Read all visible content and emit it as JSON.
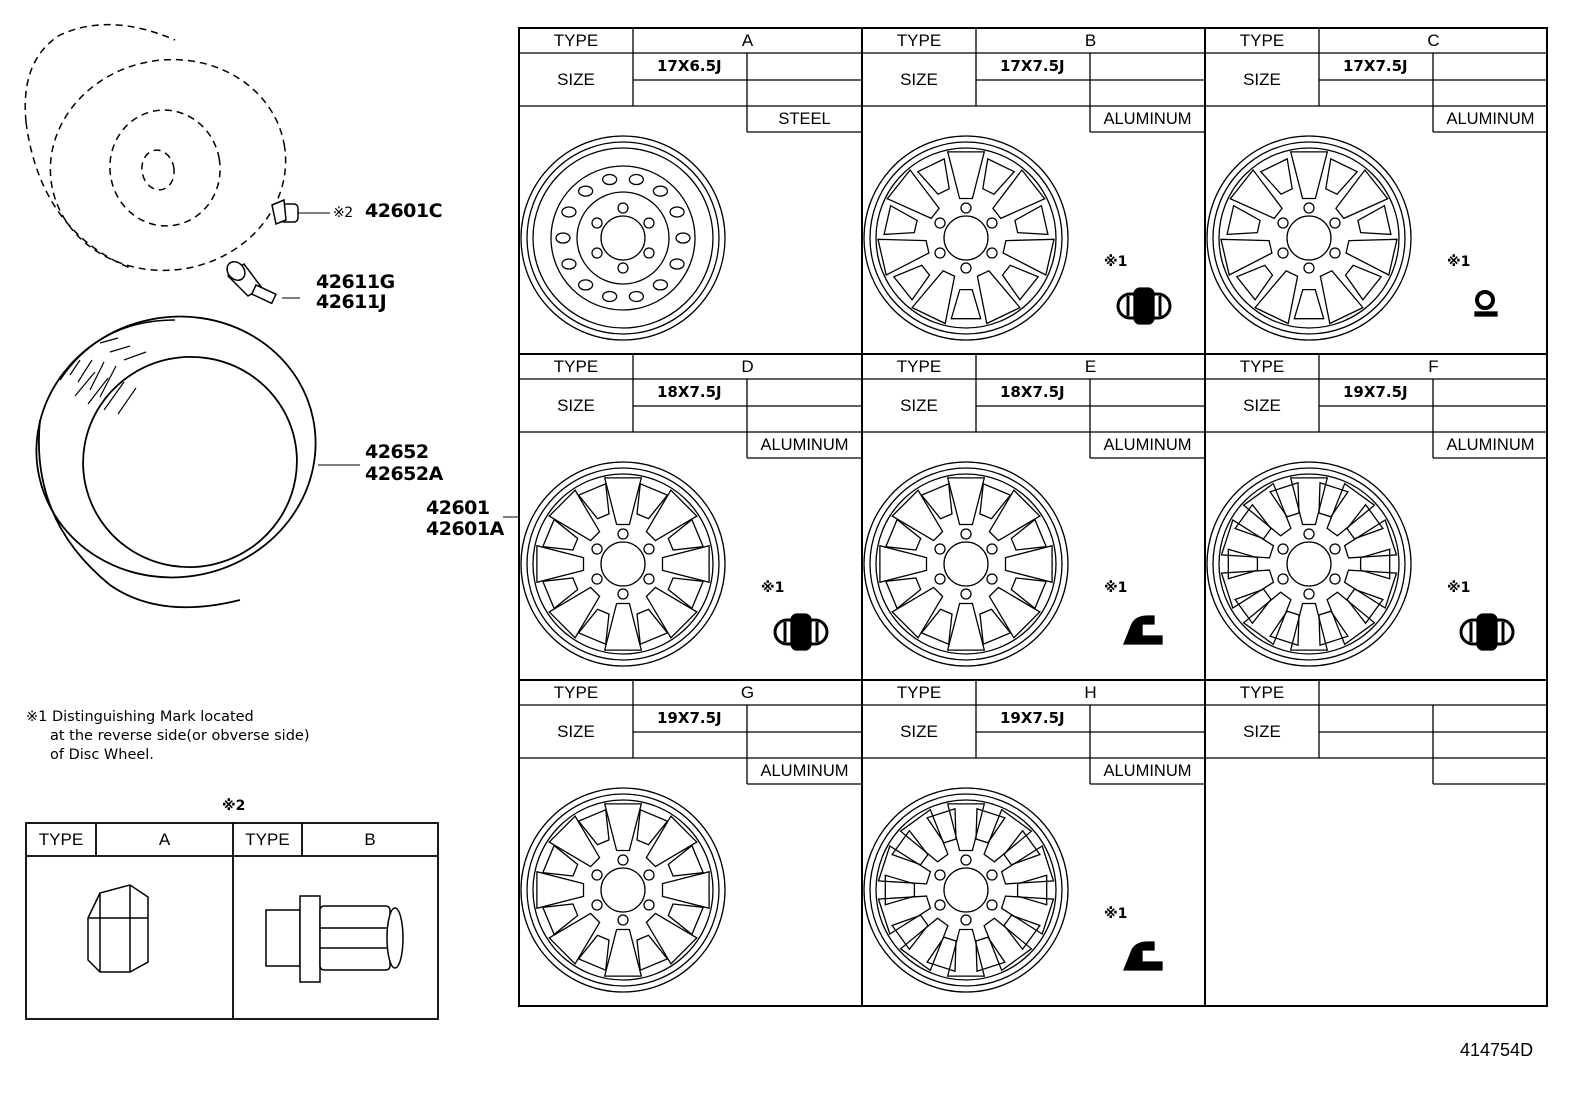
{
  "parts": {
    "lug_nut_label": "42601C",
    "lug_nut_mark": "※2",
    "valve_labels": [
      "42611G",
      "42611J"
    ],
    "tire_labels": [
      "42652",
      "42652A"
    ],
    "wheel_labels": [
      "42601",
      "42601A"
    ]
  },
  "note": {
    "lines": [
      "※1 Distinguishing Mark located",
      "at the reverse side(or obverse side)",
      "of Disc Wheel."
    ]
  },
  "nut_table": {
    "mark": "※2",
    "type_header": "TYPE",
    "types": [
      "A",
      "B"
    ]
  },
  "wheel_table": {
    "type_header": "TYPE",
    "size_header": "SIZE",
    "mark_label": "※1",
    "cells": [
      {
        "type": "A",
        "size": "17X6.5J",
        "material": "STEEL",
        "mark_icon": ""
      },
      {
        "type": "B",
        "size": "17X7.5J",
        "material": "ALUMINUM",
        "mark_icon": "double-disc-icon"
      },
      {
        "type": "C",
        "size": "17X7.5J",
        "material": "ALUMINUM",
        "mark_icon": "circle-q-icon"
      },
      {
        "type": "D",
        "size": "18X7.5J",
        "material": "ALUMINUM",
        "mark_icon": "double-disc-icon"
      },
      {
        "type": "E",
        "size": "18X7.5J",
        "material": "ALUMINUM",
        "mark_icon": "boot-icon"
      },
      {
        "type": "F",
        "size": "19X7.5J",
        "material": "ALUMINUM",
        "mark_icon": "double-disc-icon"
      },
      {
        "type": "G",
        "size": "19X7.5J",
        "material": "ALUMINUM",
        "mark_icon": ""
      },
      {
        "type": "H",
        "size": "19X7.5J",
        "material": "ALUMINUM",
        "mark_icon": "boot-icon"
      },
      {
        "type": "",
        "size": "",
        "material": "",
        "mark_icon": ""
      }
    ]
  },
  "diagram_id": "414754D"
}
